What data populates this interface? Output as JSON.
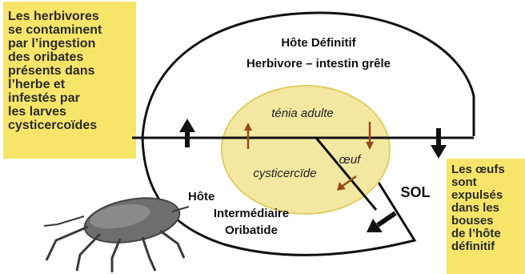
{
  "note_left": {
    "lines": [
      "Les herbivores",
      "se contaminent",
      "par l’ingestion",
      "des oribates",
      "présents dans",
      "l’herbe et",
      "infestés par",
      "les larves",
      "cysticercoïdes"
    ]
  },
  "note_right": {
    "lines": [
      "Les œufs",
      "sont",
      "expulsés",
      "dans les",
      "bouses",
      "de l’hôte",
      "définitif"
    ]
  },
  "definitive_host": {
    "title": "Hôte Définitif",
    "subtitle": "Herbivore – intestin grêle"
  },
  "inner_cycle": {
    "adult": "ténia adulte",
    "egg": "œuf",
    "larva": "cysticercïde"
  },
  "soil_label": "SOL",
  "intermediate_host": {
    "line1": "Hôte",
    "line2": "Intermédiaire",
    "line3": "Oribatide"
  },
  "colors": {
    "note_bg": "#f7e56a",
    "inner_fill": "#f3e8a2",
    "inner_stroke": "#e2cf63",
    "arrow_brown": "#9a4a16",
    "line": "#111111"
  }
}
